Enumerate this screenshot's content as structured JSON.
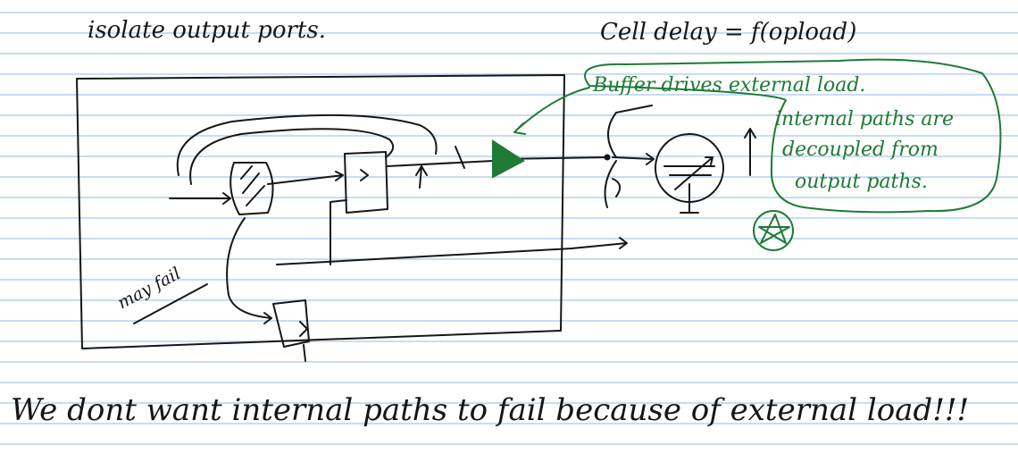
{
  "note": {
    "heading_left": "isolate output ports.",
    "heading_right": "Cell delay = f(opload)",
    "green_callout": "Buffer drives external load.",
    "green_note_lines": [
      "internal paths are",
      "decoupled from",
      "output paths."
    ],
    "annotation_may_fail": "may fail",
    "bottom_statement": "We dont want internal paths to fail because of external load!!!"
  },
  "colors": {
    "ink": "#161616",
    "green_ink": "#1e7a35",
    "paper": "#ffffff",
    "ruled_lines": "#a9c7e8"
  }
}
